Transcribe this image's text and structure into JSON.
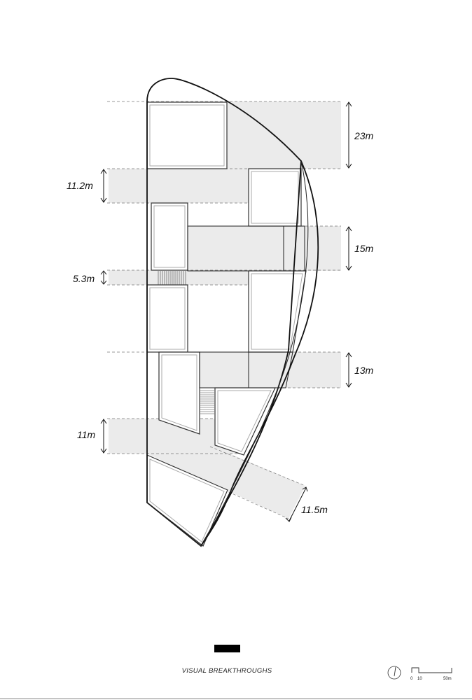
{
  "caption": "VISUAL BREAKTHROUGHS",
  "dimensions": [
    {
      "id": "d1",
      "label": "23m"
    },
    {
      "id": "d2",
      "label": "11.2m"
    },
    {
      "id": "d3",
      "label": "15m"
    },
    {
      "id": "d4",
      "label": "5.3m"
    },
    {
      "id": "d5",
      "label": "13m"
    },
    {
      "id": "d6",
      "label": "11m"
    },
    {
      "id": "d7",
      "label": "11.5m"
    }
  ],
  "scale_bar": {
    "ticks": [
      "0",
      "10",
      "50m"
    ]
  },
  "icons": {
    "north": "north-arrow-icon"
  }
}
